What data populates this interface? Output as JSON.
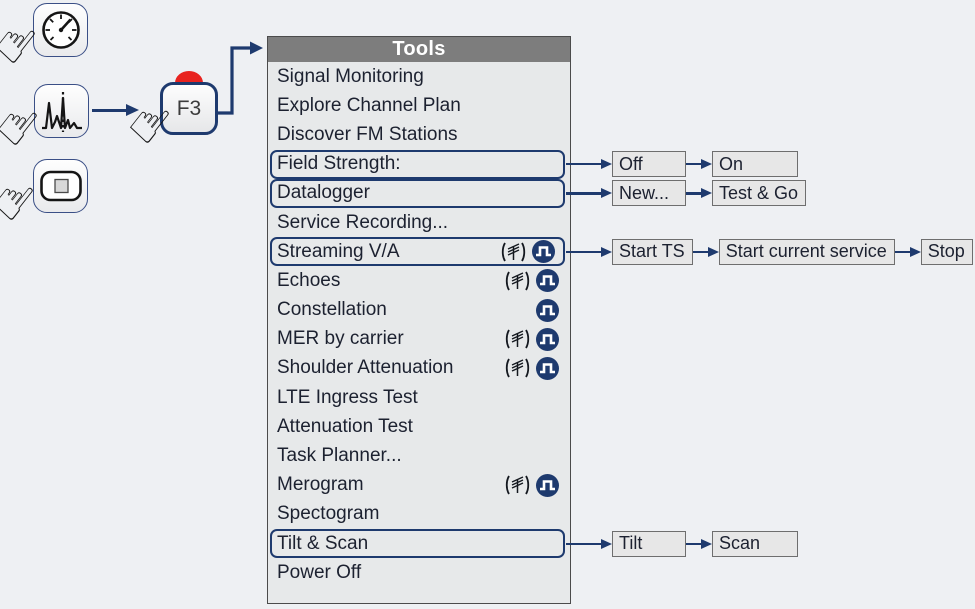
{
  "colors": {
    "accent_navy": "#1e3a6e",
    "red_indicator": "#e8231f",
    "header_gray": "#7d7d7d",
    "menu_background": "#e7e9ea",
    "option_box_background": "#e7e7e7",
    "text_dark": "#1c2130"
  },
  "hardware_keys": {
    "f3_label": "F3",
    "buttons": [
      {
        "id": "gauge",
        "icon": "gauge-icon"
      },
      {
        "id": "spectrum",
        "icon": "spectrum-icon"
      },
      {
        "id": "screen",
        "icon": "screen-icon"
      }
    ]
  },
  "menu": {
    "title": "Tools",
    "items": [
      {
        "label": "Signal Monitoring"
      },
      {
        "label": "Explore Channel Plan"
      },
      {
        "label": "Discover FM Stations"
      },
      {
        "label": "Field Strength:",
        "boxed": true
      },
      {
        "label": "Datalogger",
        "boxed": true
      },
      {
        "label": "Service Recording..."
      },
      {
        "label": "Streaming V/A",
        "boxed": true,
        "icons": [
          "antenna",
          "pulse"
        ]
      },
      {
        "label": "Echoes",
        "icons": [
          "antenna",
          "pulse"
        ]
      },
      {
        "label": "Constellation",
        "icons": [
          "pulse"
        ]
      },
      {
        "label": "MER by carrier",
        "icons": [
          "antenna",
          "pulse"
        ]
      },
      {
        "label": "Shoulder Attenuation",
        "icons": [
          "antenna",
          "pulse"
        ]
      },
      {
        "label": "LTE Ingress Test"
      },
      {
        "label": "Attenuation Test"
      },
      {
        "label": "Task Planner..."
      },
      {
        "label": "Merogram",
        "icons": [
          "antenna",
          "pulse"
        ]
      },
      {
        "label": "Spectogram"
      },
      {
        "label": "Tilt & Scan",
        "boxed": true
      },
      {
        "label": "Power Off"
      }
    ]
  },
  "flows": [
    {
      "from": "Field Strength:",
      "steps": [
        "Off",
        "On"
      ]
    },
    {
      "from": "Datalogger",
      "steps": [
        "New...",
        "Test & Go"
      ]
    },
    {
      "from": "Streaming V/A",
      "steps": [
        "Start TS",
        "Start current service",
        "Stop"
      ]
    },
    {
      "from": "Tilt & Scan",
      "steps": [
        "Tilt",
        "Scan"
      ]
    }
  ]
}
